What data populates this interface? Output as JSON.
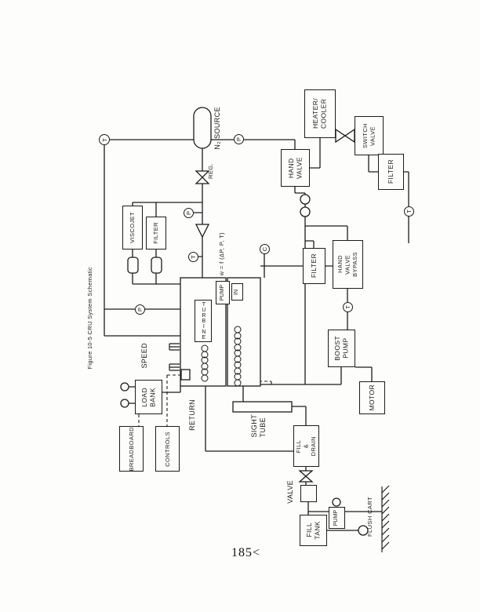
{
  "page": {
    "caption": "Figure 10-5  CRU System Schematic",
    "page_number": "185<"
  },
  "labels": {
    "n2_source": "N₂ SOURCE",
    "reg": "REG.",
    "heater_cooler": "HEATER/\nCOOLER",
    "switch_valve": "SWITCH\nVALVE",
    "filter_top_right": "FILTER",
    "hand_valve": "HAND\nVALVE",
    "viscojet": "VISCOJET",
    "filter_left": "FILTER",
    "flow_equation": "ẇ = f (ΔP, P, T)",
    "pump_top": "PUMP",
    "in_port": "IN",
    "turbine": "TURBINE",
    "filter_mid": "FILTER",
    "hand_valve_bypass": "HAND\nVALVE\nBYPASS",
    "boost_pump": "BOOST\nPUMP",
    "motor": "MOTOR",
    "speed": "SPEED",
    "load_bank": "LOAD\nBANK",
    "breadboard": "BREADBOARD",
    "controls": "CONTROLS",
    "return_line": "RETURN",
    "sight_tube": "SIGHT\nTUBE",
    "fill_drain": "FILL\n&\nDRAIN",
    "valve": "VALVE",
    "pump_bottom": "PUMP",
    "fill_tank": "FILL\nTANK",
    "flush_cart": "FLUSH CART"
  },
  "instruments": {
    "c1": "T",
    "c2": "P",
    "c3": "P",
    "c4": "T",
    "c5": "C",
    "c6": "P",
    "c7": "T",
    "c8": "T"
  }
}
